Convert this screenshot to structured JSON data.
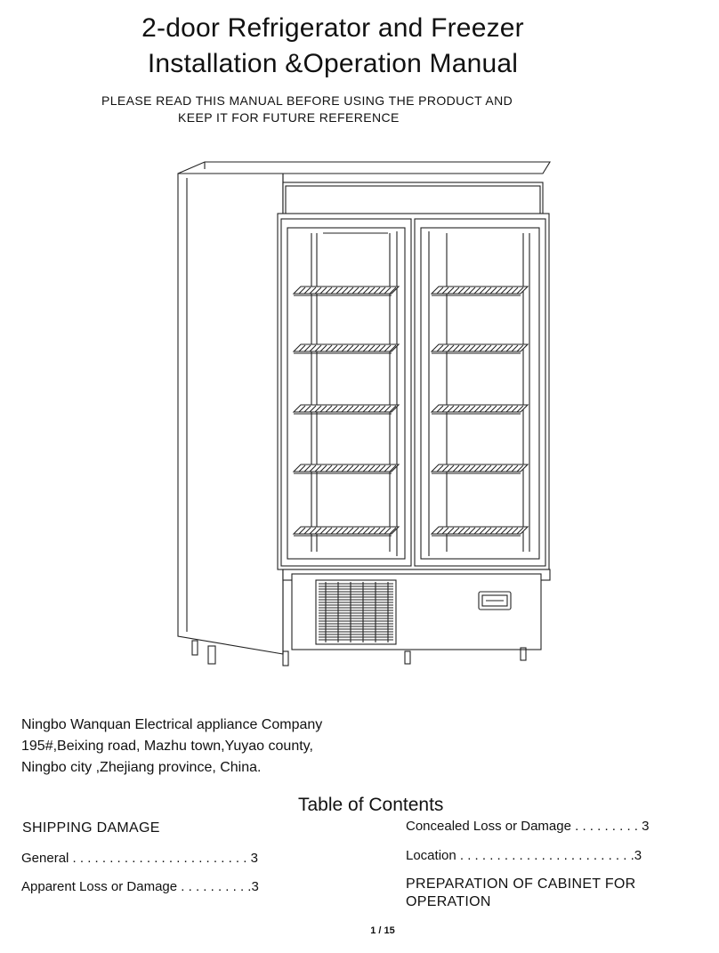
{
  "header": {
    "title_line1": "2-door Refrigerator and Freezer",
    "title_line2": "Installation &Operation Manual",
    "notice_line1": "PLEASE READ THIS MANUAL BEFORE USING THE  PRODUCT AND",
    "notice_line2": "KEEP IT FOR FUTURE REFERENCE"
  },
  "company": {
    "line1": "Ningbo Wanquan Electrical appliance Company",
    "line2": "195#,Beixing road, Mazhu town,Yuyao county,",
    "line3": "Ningbo city ,Zhejiang province, China."
  },
  "toc": {
    "title": "Table of  Contents",
    "left_heading": "SHIPPING DAMAGE",
    "left_items": [
      {
        "label": "General . . . . . . . . . . . . . . . . . . . . . . . . 3"
      },
      {
        "label": "Apparent Loss  or Damage . . . . . . . . . .3"
      }
    ],
    "right_items": [
      {
        "label": "Concealed Loss or Damage . . . . . . . . . 3"
      },
      {
        "label": "Location . . . . . . . . . . . . . . . . . . . . . . . .3"
      }
    ],
    "right_heading_line1": "PREPARATION OF CABINET FOR",
    "right_heading_line2": "OPERATION"
  },
  "footer": {
    "page": "1 / 15"
  }
}
